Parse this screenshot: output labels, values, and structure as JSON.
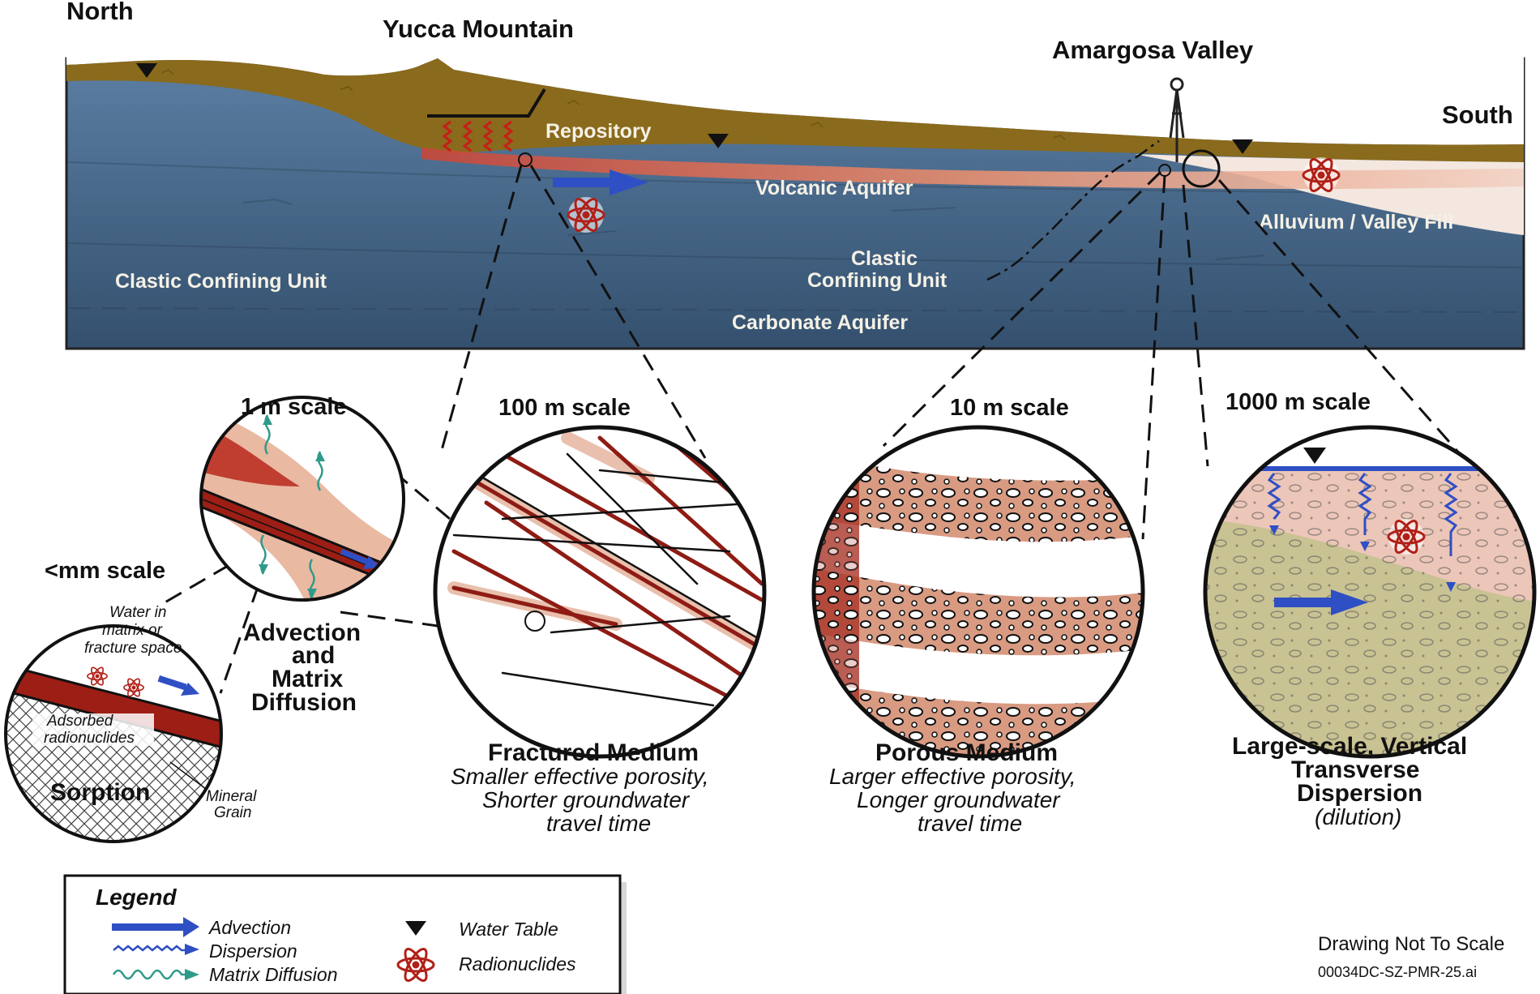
{
  "labels": {
    "north": "North",
    "south": "South",
    "yucca_mountain": "Yucca Mountain",
    "amargosa_valley": "Amargosa Valley",
    "repository": "Repository",
    "volcanic_aquifer": "Volcanic Aquifer",
    "alluvium": "Alluvium / Valley Fill",
    "clastic_left": "Clastic Confining Unit",
    "clastic_mid_1": "Clastic",
    "clastic_mid_2": "Confining Unit",
    "carbonate": "Carbonate Aquifer"
  },
  "scales": {
    "one_m": "1 m scale",
    "hundred_m": "100 m scale",
    "ten_m": "10 m scale",
    "thousand_m": "1000 m scale",
    "mm": "<mm scale"
  },
  "captions": {
    "sorption": "Sorption",
    "water_in_1": "Water in",
    "water_in_2": "matrix or",
    "water_in_3": "fracture space",
    "adsorbed_1": "Adsorbed",
    "adsorbed_2": "radionuclides",
    "mineral_1": "Mineral",
    "mineral_2": "Grain",
    "advection_1": "Advection",
    "advection_2": "and",
    "advection_3": "Matrix",
    "advection_4": "Diffusion",
    "fractured_title": "Fractured Medium",
    "fractured_1": "Smaller effective porosity,",
    "fractured_2": "Shorter groundwater",
    "fractured_3": "travel time",
    "porous_title": "Porous Medium",
    "porous_1": "Larger effective porosity,",
    "porous_2": "Longer groundwater",
    "porous_3": "travel time",
    "large_1": "Large-scale, Vertical",
    "large_2": "Transverse",
    "large_3": "Dispersion",
    "large_4": "(dilution)"
  },
  "legend": {
    "title": "Legend",
    "advection": "Advection",
    "dispersion": "Dispersion",
    "matrix_diffusion": "Matrix Diffusion",
    "water_table": "Water Table",
    "radionuclides": "Radionuclides"
  },
  "notes": {
    "not_to_scale": "Drawing Not To Scale",
    "drawing_id": "00034DC-SZ-PMR-25.ai"
  },
  "colors": {
    "surface_layer": "#8a6a1c",
    "aquifer_blue": "#3f5f80",
    "plume": "#e0a58a",
    "fracture_red": "#8e1c14",
    "advection_arrow": "#2f4fc4",
    "matrix_diffusion": "#2f9a8a",
    "alluvium_green": "#c9c293"
  }
}
